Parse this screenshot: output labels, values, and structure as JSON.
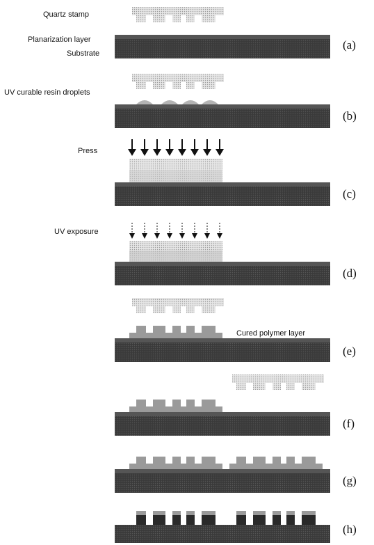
{
  "labels": {
    "quartz_stamp": "Quartz stamp",
    "planarization_layer": "Planarization layer",
    "substrate": "Substrate",
    "uv_resin": "UV curable resin droplets",
    "press": "Press",
    "uv_exposure": "UV exposure",
    "cured_polymer": "Cured polymer layer"
  },
  "steps": [
    "(a)",
    "(b)",
    "(c)",
    "(d)",
    "(e)",
    "(f)",
    "(g)",
    "(h)"
  ],
  "colors": {
    "substrate": "#2e2e2e",
    "planarization": "#555555",
    "stamp": "#d0d0d0",
    "resin": "#b4b4b4",
    "polymer": "#9a9a9a",
    "arrow": "#111111"
  },
  "icons": {
    "press_arrow": "arrow-down-icon",
    "uv_arrow": "dashed-arrow-down-icon"
  }
}
